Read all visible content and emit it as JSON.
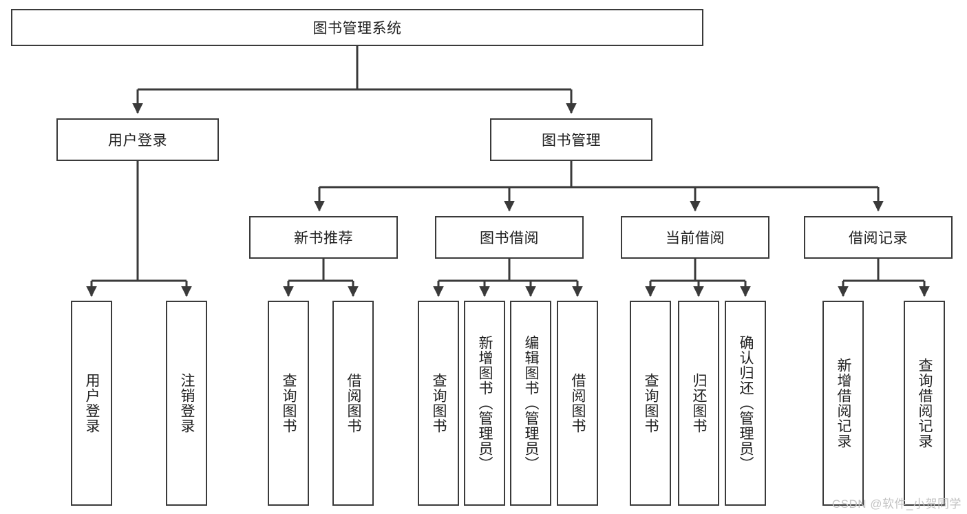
{
  "diagram": {
    "type": "hierarchy-tree",
    "title": "图书管理系统",
    "background_color": "#ffffff",
    "line_color": "#3a3a3a",
    "text_color": "#222222",
    "levels": 4,
    "root": {
      "id": "root",
      "label": "图书管理系统",
      "orientation": "horizontal"
    },
    "level2": [
      {
        "id": "user-login",
        "label": "用户登录",
        "orientation": "horizontal"
      },
      {
        "id": "book-manage",
        "label": "图书管理",
        "orientation": "horizontal"
      }
    ],
    "level3": [
      {
        "id": "new-book-rec",
        "label": "新书推荐",
        "orientation": "horizontal",
        "parent": "book-manage"
      },
      {
        "id": "book-borrow",
        "label": "图书借阅",
        "orientation": "horizontal",
        "parent": "book-manage"
      },
      {
        "id": "current-borrow",
        "label": "当前借阅",
        "orientation": "horizontal",
        "parent": "book-manage"
      },
      {
        "id": "borrow-record",
        "label": "借阅记录",
        "orientation": "horizontal",
        "parent": "book-manage"
      }
    ],
    "leaves": [
      {
        "id": "leaf-user-login",
        "label": "用户登录",
        "parent": "user-login"
      },
      {
        "id": "leaf-logout",
        "label": "注销登录",
        "parent": "user-login"
      },
      {
        "id": "leaf-query-book-1",
        "label": "查询图书",
        "parent": "new-book-rec"
      },
      {
        "id": "leaf-borrow-book-1",
        "label": "借阅图书",
        "parent": "new-book-rec"
      },
      {
        "id": "leaf-query-book-2",
        "label": "查询图书",
        "parent": "book-borrow"
      },
      {
        "id": "leaf-add-book",
        "label": "新增图书（管理员）",
        "parent": "book-borrow"
      },
      {
        "id": "leaf-edit-book",
        "label": "编辑图书（管理员）",
        "parent": "book-borrow"
      },
      {
        "id": "leaf-borrow-book-2",
        "label": "借阅图书",
        "parent": "book-borrow"
      },
      {
        "id": "leaf-query-book-3",
        "label": "查询图书",
        "parent": "current-borrow"
      },
      {
        "id": "leaf-return-book",
        "label": "归还图书",
        "parent": "current-borrow"
      },
      {
        "id": "leaf-confirm-return",
        "label": "确认归还（管理员）",
        "parent": "current-borrow"
      },
      {
        "id": "leaf-add-record",
        "label": "新增借阅记录",
        "parent": "borrow-record"
      },
      {
        "id": "leaf-query-record",
        "label": "查询借阅记录",
        "parent": "borrow-record"
      }
    ]
  },
  "watermark": {
    "text": "CSDN @软件_小贺同学"
  }
}
